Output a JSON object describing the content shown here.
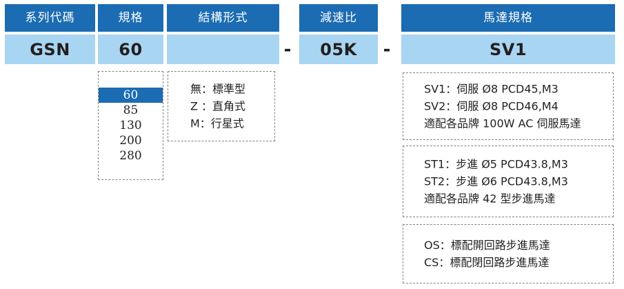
{
  "columns": [
    {
      "header": "系列代碼",
      "value": "GSN"
    },
    {
      "header": "規格",
      "value": "60"
    },
    {
      "header": "結構形式",
      "value": ""
    },
    {
      "header": "減速比",
      "value": "05K"
    },
    {
      "header": "馬達規格",
      "value": "SV1"
    }
  ],
  "separators": {
    "dash": "-"
  },
  "spec_options": {
    "items": [
      "60",
      "85",
      "130",
      "200",
      "280"
    ],
    "selected": "60"
  },
  "structure_options": {
    "lines": [
      "無：標準型",
      "Z ：直角式",
      "M：行星式"
    ]
  },
  "motor_groups": [
    {
      "lines": [
        "SV1：伺服 Ø8 PCD45,M3",
        "SV2：伺服 Ø8 PCD46,M4",
        "適配各品牌 100W AC 伺服馬達"
      ]
    },
    {
      "lines": [
        "ST1：步進 Ø5 PCD43.8,M3",
        "ST2：步進 Ø6 PCD43.8,M3",
        "適配各品牌 42 型步進馬達"
      ]
    },
    {
      "lines": [
        "OS：標配開回路步進馬達",
        "CS：標配閉回路步進馬達"
      ]
    }
  ],
  "colors": {
    "header_blue": "#1B6CB2",
    "value_light_blue": "#A8D5F2",
    "dashed_border": "#808285",
    "text_dark": "#231F20"
  }
}
